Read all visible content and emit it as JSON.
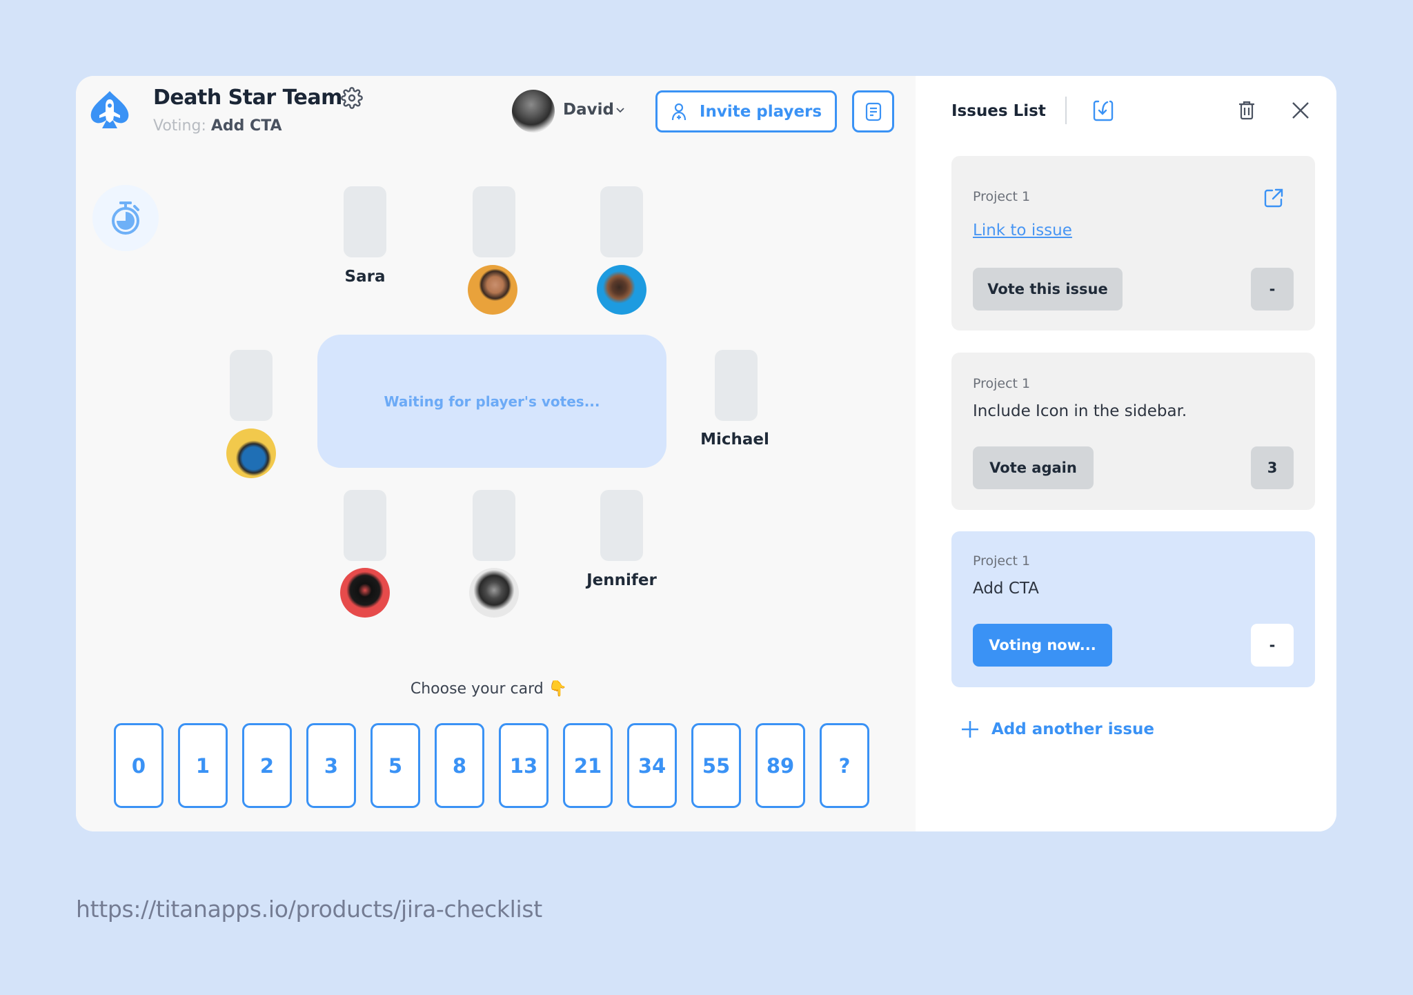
{
  "header": {
    "team_name": "Death Star Team",
    "voting_prefix": "Voting:",
    "voting_issue": "Add CTA",
    "current_user": "David",
    "invite_label": "Invite players"
  },
  "table": {
    "status": "Waiting for player's votes...",
    "players": [
      {
        "name": "Sara",
        "display": "name",
        "position": "top-1"
      },
      {
        "name": "",
        "display": "avatar",
        "avatar_color": "#e9a23b",
        "position": "top-2"
      },
      {
        "name": "",
        "display": "avatar",
        "avatar_color": "#1d9be0",
        "position": "top-3"
      },
      {
        "name": "",
        "display": "avatar",
        "avatar_color": "#f2c94c",
        "position": "left"
      },
      {
        "name": "Michael",
        "display": "name",
        "position": "right"
      },
      {
        "name": "",
        "display": "avatar",
        "avatar_color": "#e64b4b",
        "position": "bottom-1"
      },
      {
        "name": "",
        "display": "avatar",
        "avatar_color": "#d9d9d9",
        "position": "bottom-2"
      },
      {
        "name": "Jennifer",
        "display": "name",
        "position": "bottom-3"
      }
    ]
  },
  "deck": {
    "prompt": "Choose your card 👇",
    "cards": [
      "0",
      "1",
      "2",
      "3",
      "5",
      "8",
      "13",
      "21",
      "34",
      "55",
      "89",
      "?"
    ]
  },
  "issues_panel": {
    "title": "Issues List",
    "issues": [
      {
        "project": "Project 1",
        "text": "Link to issue",
        "is_link": true,
        "action": "Vote this issue",
        "score": "-",
        "state": "idle"
      },
      {
        "project": "Project 1",
        "text": "Include Icon in the sidebar.",
        "is_link": false,
        "action": "Vote again",
        "score": "3",
        "state": "voted"
      },
      {
        "project": "Project 1",
        "text": "Add CTA",
        "is_link": false,
        "action": "Voting now...",
        "score": "-",
        "state": "active"
      }
    ],
    "add_label": "Add another issue"
  },
  "footer": {
    "url": "https://titanapps.io/products/jira-checklist"
  },
  "colors": {
    "accent": "#3a92f5",
    "background": "#d4e3f9",
    "active_issue": "#d8e6fc",
    "table": "#d6e5fd"
  }
}
